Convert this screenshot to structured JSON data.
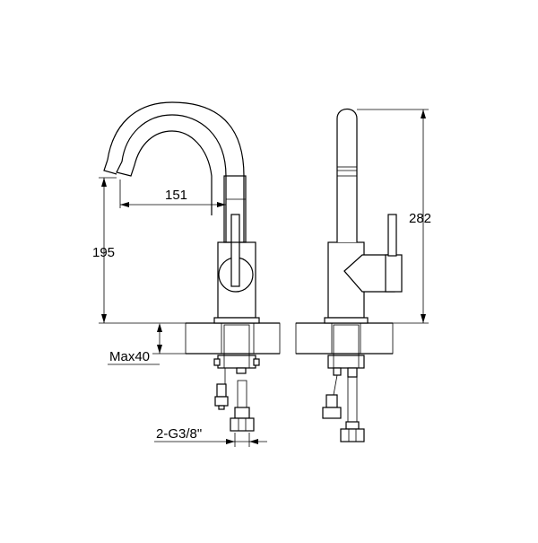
{
  "dimensions": {
    "spout_reach": "151",
    "spout_height": "195",
    "total_height": "282",
    "max_deck_thickness": "Max40",
    "connection_thread": "2-G3/8\""
  }
}
